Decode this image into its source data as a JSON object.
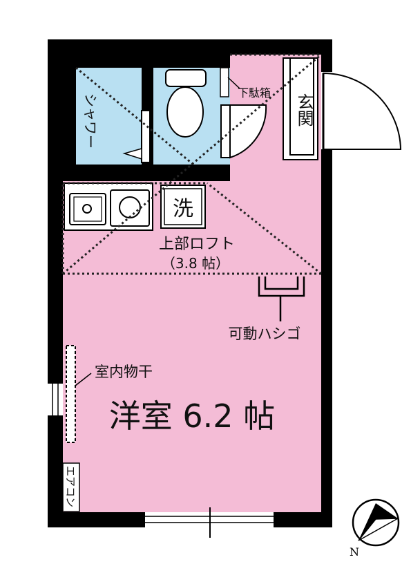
{
  "rooms": {
    "shower": "シャワー",
    "shoe_cabinet": "下駄箱",
    "entrance": "玄関",
    "washer": "洗",
    "loft_title": "上部ロフト",
    "loft_size": "（3.8 帖）",
    "ladder": "可動ハシゴ",
    "clothes_rail": "室内物干",
    "main_room": "洋室 6.2 帖",
    "aircon": "エアコン"
  },
  "compass": {
    "north_label": "N"
  },
  "colors": {
    "wall": "#000000",
    "room_fill": "#f4bcd6",
    "wet_area_fill": "#b9e0f2",
    "dotted_line": "#222222"
  }
}
